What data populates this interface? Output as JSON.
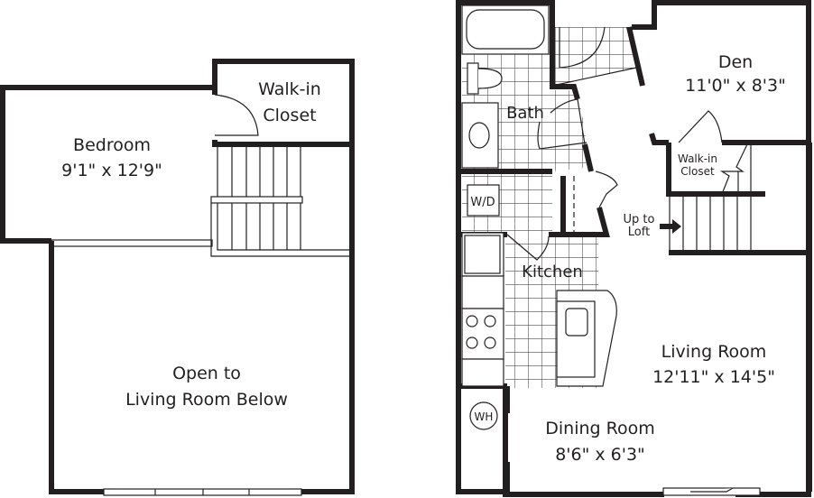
{
  "colors": {
    "wall": "#231f20",
    "line": "#231f20",
    "background": "#ffffff"
  },
  "loft": {
    "bedroom": {
      "name": "Bedroom",
      "size": "9'1\" x 12'9\""
    },
    "closet": {
      "line1": "Walk-in",
      "line2": "Closet"
    },
    "open": {
      "line1": "Open to",
      "line2": "Living Room Below"
    }
  },
  "main": {
    "den": {
      "name": "Den",
      "size": "11'0\" x 8'3\""
    },
    "bath": {
      "name": "Bath"
    },
    "closet": {
      "line1": "Walk-in",
      "line2": "Closet"
    },
    "stairs": {
      "line1": "Up to",
      "line2": "Loft"
    },
    "wd": {
      "label": "W/D"
    },
    "kitchen": {
      "name": "Kitchen"
    },
    "living": {
      "name": "Living Room",
      "size": "12'11\" x 14'5\""
    },
    "dining": {
      "name": "Dining Room",
      "size": "8'6\" x 6'3\""
    },
    "wh": {
      "label": "WH"
    }
  }
}
